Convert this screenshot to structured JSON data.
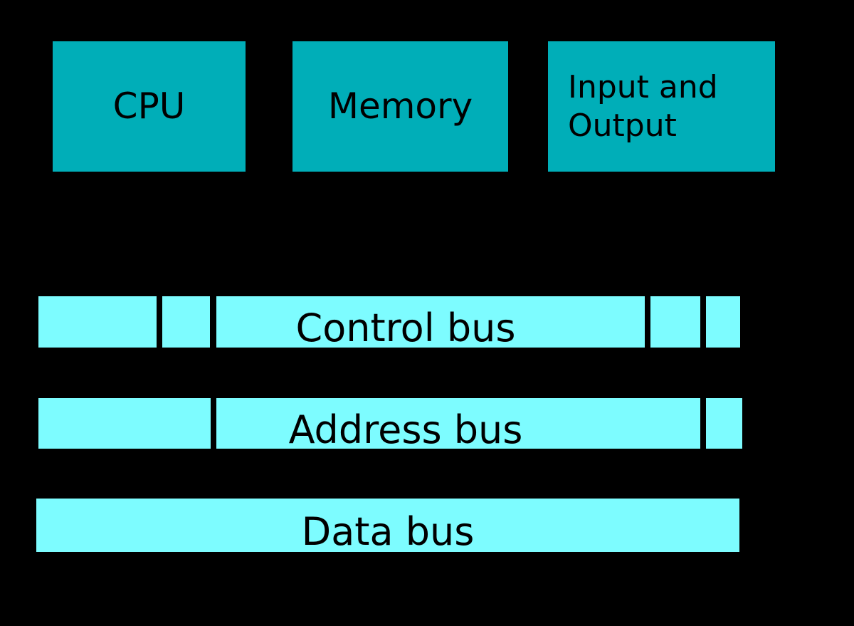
{
  "diagram": {
    "title": "Computer system bus diagram",
    "background_color": "#000000",
    "component_color": "#00AEB8",
    "bus_color": "#7DFCFF",
    "text_color": "#000000"
  },
  "components": [
    {
      "id": "cpu",
      "label": "CPU"
    },
    {
      "id": "memory",
      "label": "Memory"
    },
    {
      "id": "io",
      "label": "Input and\nOutput"
    }
  ],
  "buses": [
    {
      "id": "control",
      "label": "Control bus",
      "segment_count": 5
    },
    {
      "id": "address",
      "label": "Address bus",
      "segment_count": 3
    },
    {
      "id": "data",
      "label": "Data bus",
      "segment_count": 1
    }
  ]
}
